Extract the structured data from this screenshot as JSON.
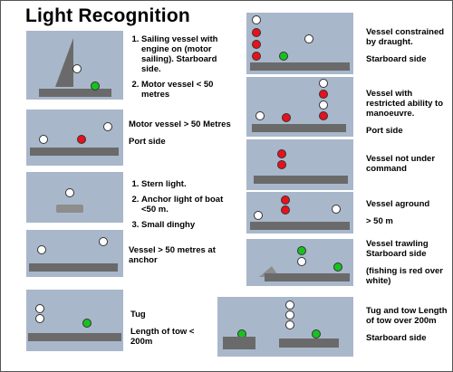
{
  "title": "Light Recognition",
  "sections": {
    "sail": {
      "items": [
        "Sailing vessel with engine on (motor sailing). Starboard side.",
        "Motor vessel < 50 metres"
      ]
    },
    "motor_large": {
      "line1": "Motor vessel > 50 Metres",
      "line2": "Port side"
    },
    "anchor_small": {
      "items": [
        "Stern light.",
        "Anchor light of boat <50 m.",
        "Small dinghy"
      ]
    },
    "anchor_large": {
      "line1": "Vessel > 50 metres at anchor"
    },
    "tug": {
      "line1": "Tug",
      "line2": "Length of tow < 200m"
    },
    "draught": {
      "line1": "Vessel constrained by draught.",
      "line2": "Starboard side"
    },
    "restricted": {
      "line1": "Vessel with restricted ability to manoeuvre.",
      "line2": "Port side"
    },
    "nuc": {
      "line1": "Vessel not under command"
    },
    "aground": {
      "line1": "Vessel aground",
      "line2": "> 50 m"
    },
    "trawling": {
      "line1": "Vessel trawling Starboard side",
      "line2": "(fishing is red over white)"
    },
    "tow_long": {
      "line1": "Tug and tow Length of tow over 200m",
      "line2": "Starboard side"
    }
  },
  "colors": {
    "panel": "#a9b7cb",
    "hull": "#6a6a6a",
    "red": "#e8111b",
    "green": "#17c21f",
    "white": "#ffffff"
  }
}
